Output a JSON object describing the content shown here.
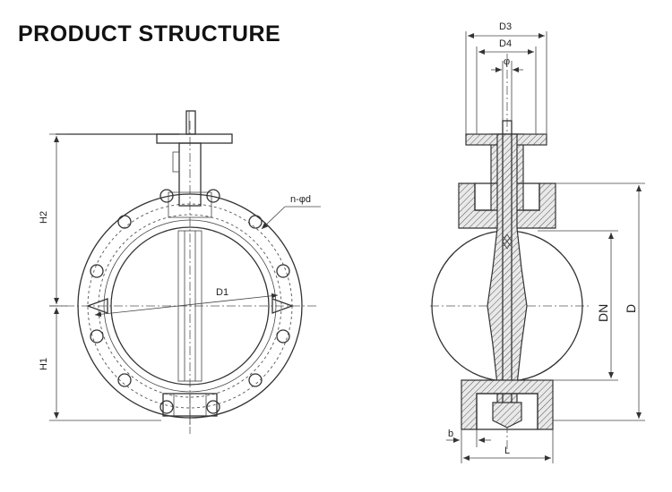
{
  "title": "PRODUCT STRUCTURE",
  "front_view": {
    "labels": {
      "h2": "H2",
      "h1": "H1",
      "bolt_holes": "n-φd",
      "d1": "D1"
    }
  },
  "side_view": {
    "labels": {
      "d3": "D3",
      "d4": "D4",
      "phi": "φ",
      "dn": "DN",
      "d": "D",
      "b": "b",
      "l": "L"
    }
  }
}
